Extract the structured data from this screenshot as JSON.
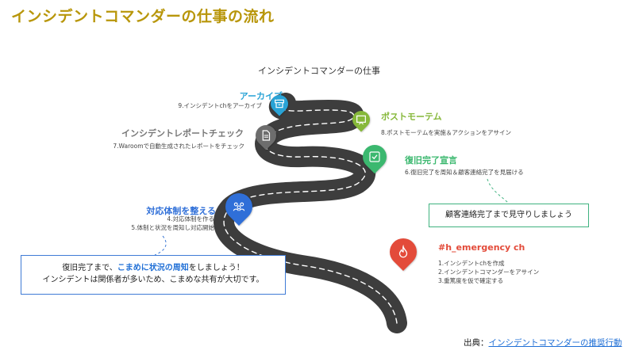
{
  "page_title": "インシデントコマンダーの仕事の流れ",
  "diagram_title": "インシデントコマンダーの仕事",
  "steps": [
    {
      "title": "#h_emergency ch",
      "lines": [
        "1.インシデントchを作成",
        "2.インシデントコマンダーをアサイン",
        "3.重篤度を仮で確定する"
      ],
      "color": "#e34b3a",
      "icon": "flame-icon"
    },
    {
      "title": "対応体制を整える",
      "lines": [
        "4.対応体制を作る",
        "5.体制と状況を周知し対応開始"
      ],
      "color": "#2f6fd8",
      "icon": "team-icon"
    },
    {
      "title": "復旧完了宣言",
      "lines": [
        "6.復旧完了を周知＆顧客連絡完了を見届ける"
      ],
      "color": "#3bb86f",
      "icon": "checkmark-icon"
    },
    {
      "title": "インシデントレポートチェック",
      "lines": [
        "7.Waroomで自動生成されたレポートをチェック"
      ],
      "color": "#6d6d6d",
      "icon": "document-icon"
    },
    {
      "title": "ポストモーテム",
      "lines": [
        "8.ポストモーテムを実施＆アクションをアサイン"
      ],
      "color": "#86b83a",
      "icon": "board-icon"
    },
    {
      "title": "アーカイブ",
      "lines": [
        "9.インシデントchをアーカイブ"
      ],
      "color": "#29a3d6",
      "icon": "archive-icon"
    }
  ],
  "callouts": {
    "blue_line1_a": "復旧完了まで、",
    "blue_line1_b": "こまめに状況の周知",
    "blue_line1_c": "をしましょう！",
    "blue_line2": "インシデントは関係者が多いため、こまめな共有が大切です。",
    "green": "顧客連絡完了まで見守りしましょう"
  },
  "source": {
    "label": "出典：",
    "link": "インシデントコマンダーの推奨行動"
  }
}
